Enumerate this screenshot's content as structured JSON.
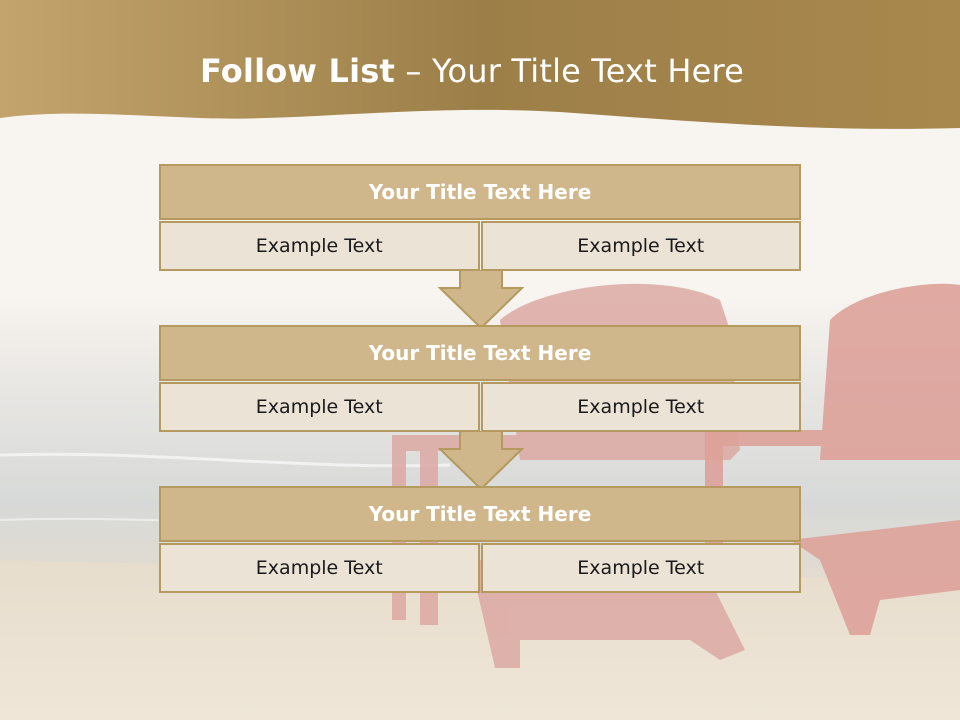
{
  "slide": {
    "title_bold": "Follow List",
    "title_rest": " – Your Title Text Here",
    "colors": {
      "header_band": "#a88a4e",
      "box_title_fill": "#cfb78b",
      "box_border": "#b49a5e",
      "cell_fill": "#ece3d7"
    }
  },
  "steps": [
    {
      "title": "Your Title Text Here",
      "left": "Example Text",
      "right": "Example Text"
    },
    {
      "title": "Your Title Text Here",
      "left": "Example Text",
      "right": "Example Text"
    },
    {
      "title": "Your Title Text Here",
      "left": "Example Text",
      "right": "Example Text"
    }
  ]
}
